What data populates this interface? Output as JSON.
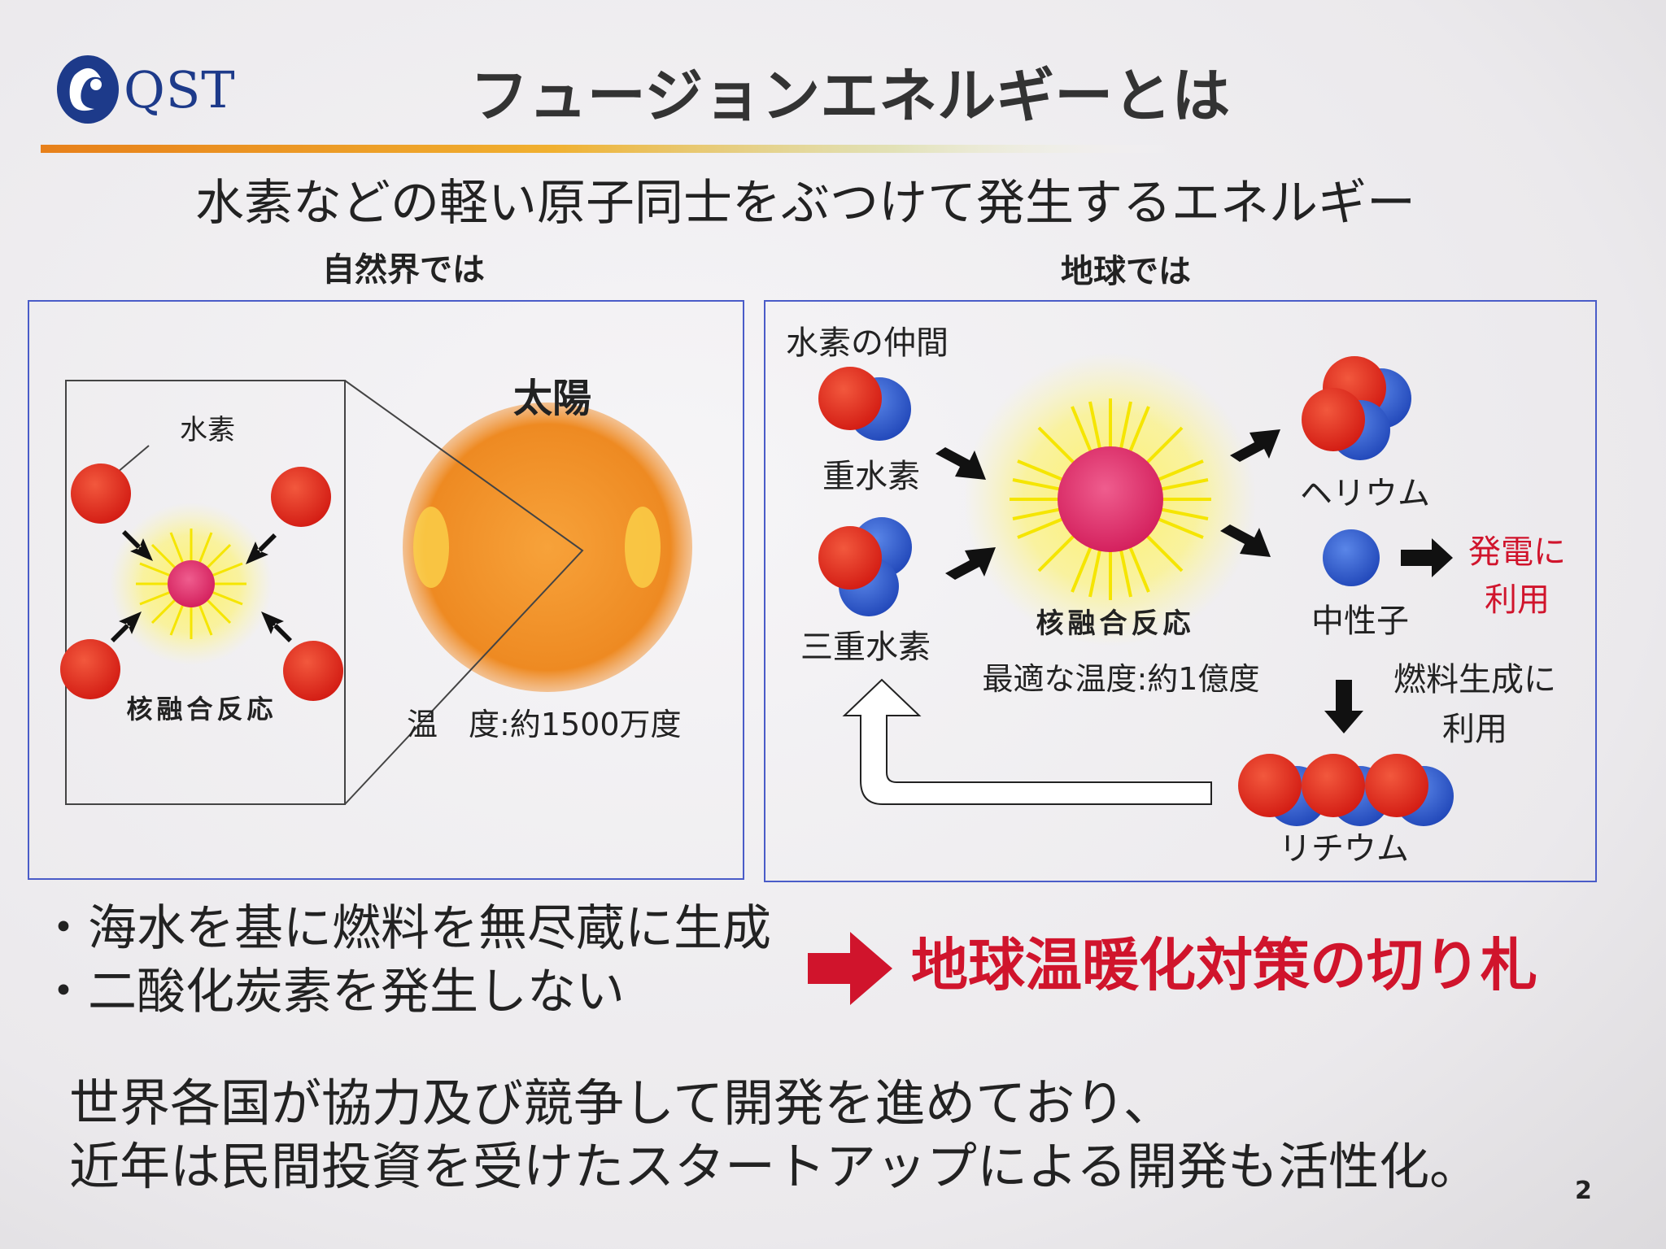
{
  "header": {
    "logo_text": "QST",
    "title": "フュージョンエネルギーとは"
  },
  "subtitle": "水素などの軽い原子同士をぶつけて発生するエネルギー",
  "nature": {
    "heading": "自然界では",
    "hydrogen_label": "水素",
    "reaction_label": "核融合反応",
    "sun_label": "太陽",
    "temperature": "温　度:約1500万度"
  },
  "earth": {
    "heading": "地球では",
    "group_label": "水素の仲間",
    "deuterium": "重水素",
    "tritium": "三重水素",
    "reaction_label": "核融合反応",
    "optimal_temp": "最適な温度:約1億度",
    "helium": "ヘリウム",
    "neutron": "中性子",
    "power_line1": "発電に",
    "power_line2": "利用",
    "fuel_line1": "燃料生成に",
    "fuel_line2": "利用",
    "lithium": "リチウム"
  },
  "bullets": [
    "・海水を基に燃料を無尽蔵に生成",
    "・二酸化炭素を発生しない"
  ],
  "conclusion": "地球温暖化対策の切り札",
  "footer_lines": [
    "世界各国が協力及び競争して開発を進めており、",
    "近年は民間投資を受けたスタートアップによる開発も活性化。"
  ],
  "page_number": "2",
  "colors": {
    "accent_red": "#d0142c",
    "proton": "#e0261c",
    "neutron": "#2f5fd0",
    "frame": "#4a5cc8",
    "orange": "#e98a1e"
  }
}
